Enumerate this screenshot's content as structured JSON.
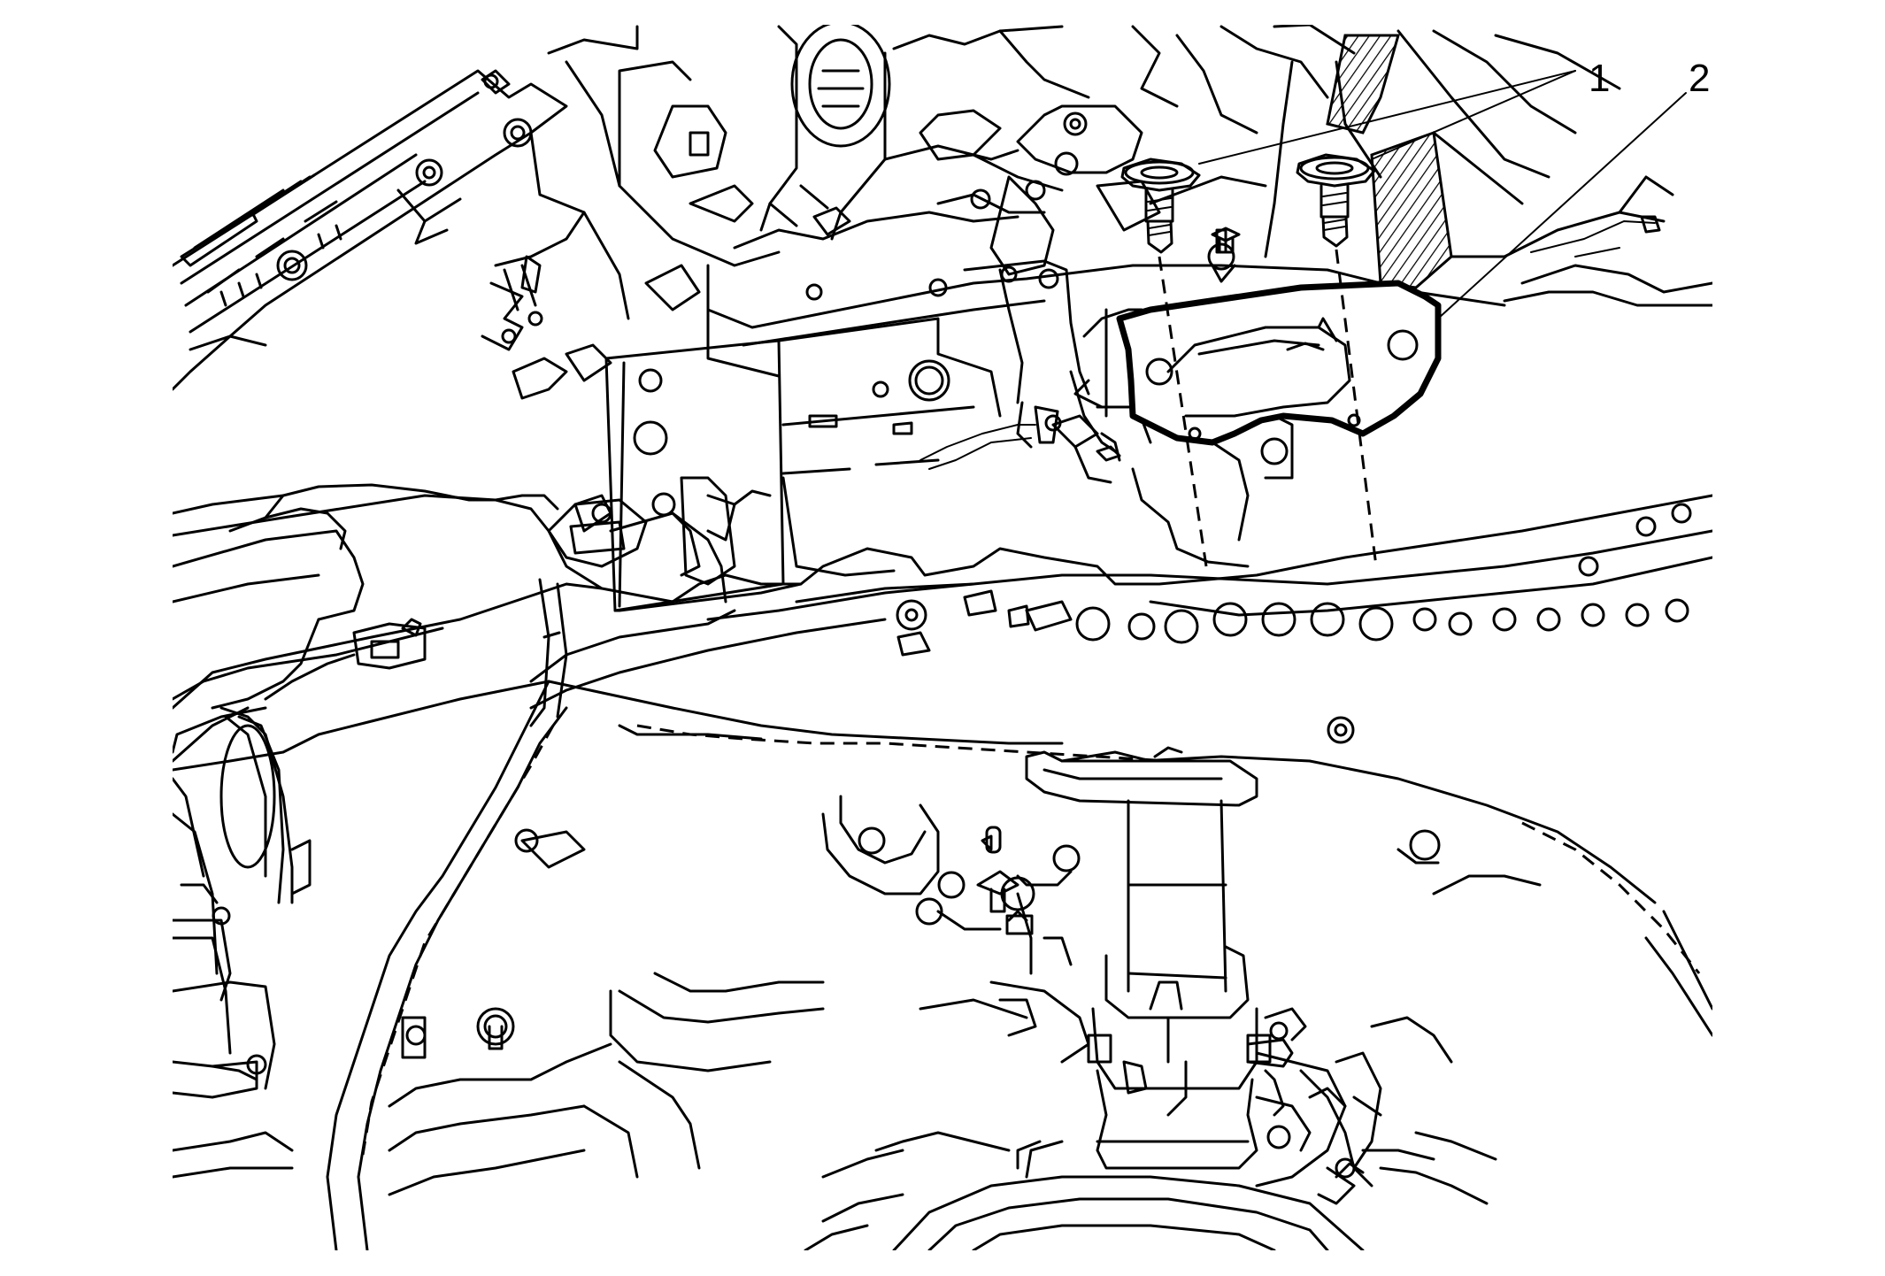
{
  "callouts": {
    "one": "1",
    "two": "2"
  },
  "components": {
    "bolt_a": "bolt",
    "bolt_b": "bolt",
    "bracket": "bracket"
  }
}
